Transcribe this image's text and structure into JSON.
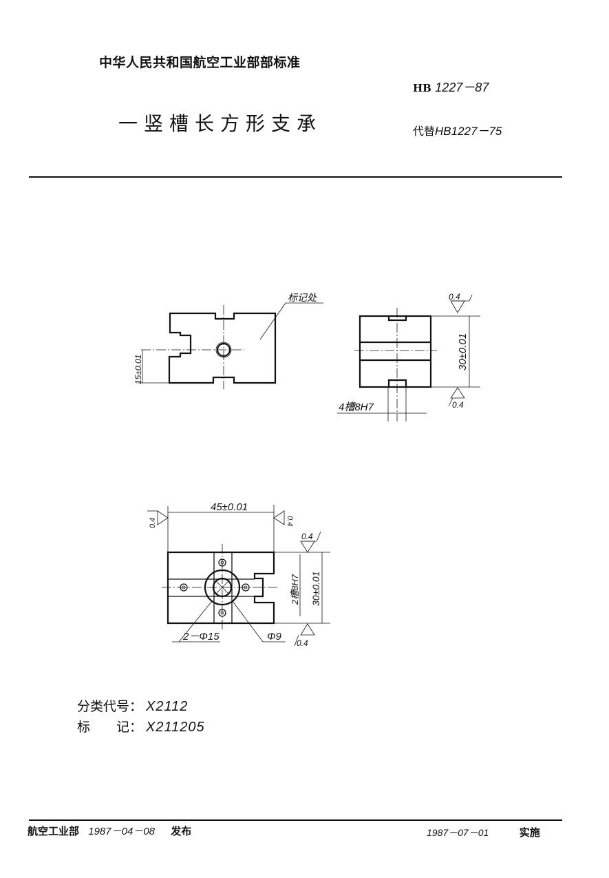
{
  "header": {
    "organization": "中华人民共和国航空工业部部标准",
    "standard_prefix": "HB",
    "standard_number": "1227－87",
    "title": "一竖槽长方形支承",
    "replaces_label": "代替",
    "replaces_number": "HB1227－75"
  },
  "drawing": {
    "top_view": {
      "marking_label": "标记处",
      "dim_offset": "15±0.01"
    },
    "side_view": {
      "roughness_top": "0.4",
      "roughness_bottom": "0.4",
      "dim_height": "30±0.01",
      "slot_note": "4槽8H7"
    },
    "front_view": {
      "dim_width": "45±0.01",
      "roughness_left": "0.4",
      "roughness_right": "0.4",
      "roughness_top": "0.4",
      "roughness_bottom": "0.4",
      "dim_slots": "2槽8H7",
      "dim_height": "30±0.01",
      "hole_note_1": "2－Φ15",
      "hole_note_2": "Φ9"
    }
  },
  "classification": {
    "code_label": "分类代号：",
    "code_value": "X2112",
    "mark_label": "标　　记：",
    "mark_value": "X211205"
  },
  "footer": {
    "issuer": "航空工业部",
    "issue_date": "1987－04－08",
    "issue_label": "发布",
    "effective_date": "1987－07－01",
    "effective_label": "实施"
  }
}
